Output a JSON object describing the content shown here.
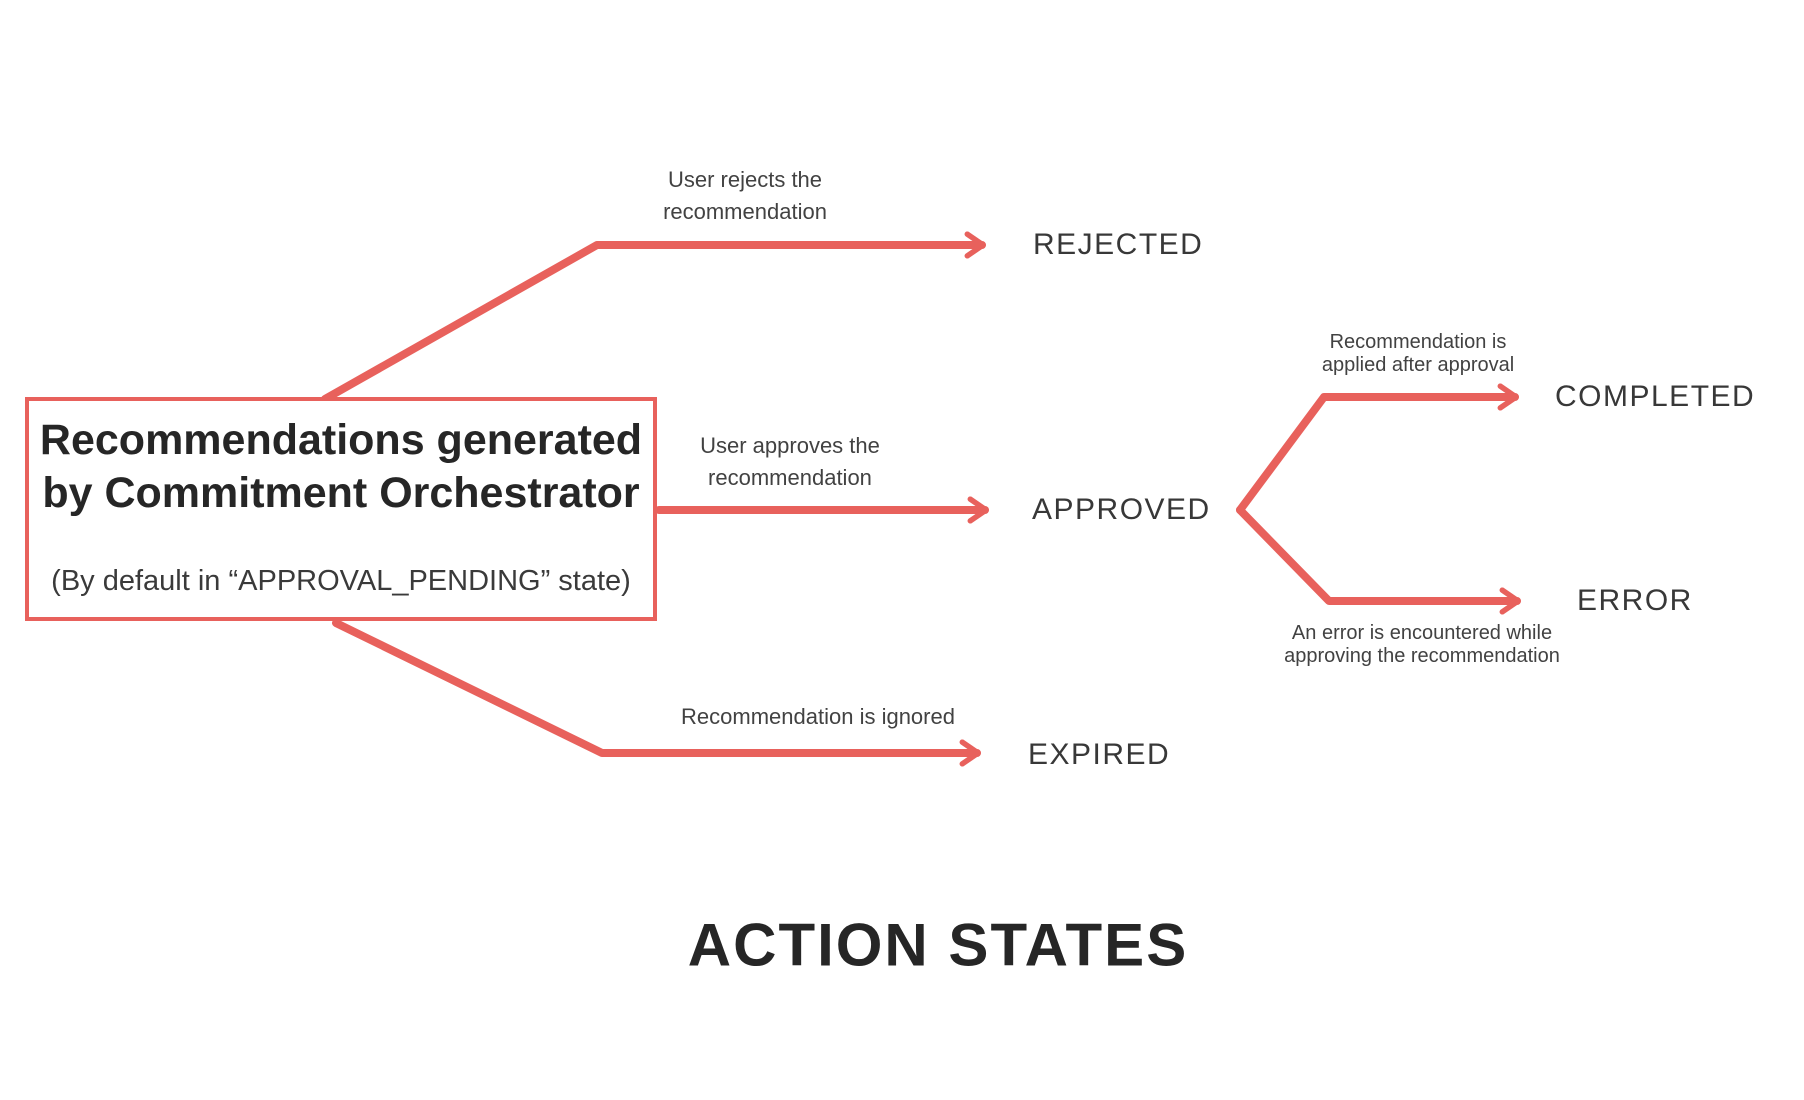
{
  "accent_color": "#E8615C",
  "title": "ACTION STATES",
  "source_box": {
    "title": "Recommendations generated\nby Commitment Orchestrator",
    "subtitle": "(By default in “APPROVAL_PENDING” state)"
  },
  "states": {
    "rejected": "REJECTED",
    "approved": "APPROVED",
    "completed": "COMPLETED",
    "error": "ERROR",
    "expired": "EXPIRED"
  },
  "edge_labels": {
    "rejected": "User rejects the\nrecommendation",
    "approved": "User approves the\nrecommendation",
    "completed": "Recommendation is\napplied after approval",
    "error": "An error is encountered while\napproving the recommendation",
    "expired": "Recommendation is ignored"
  }
}
